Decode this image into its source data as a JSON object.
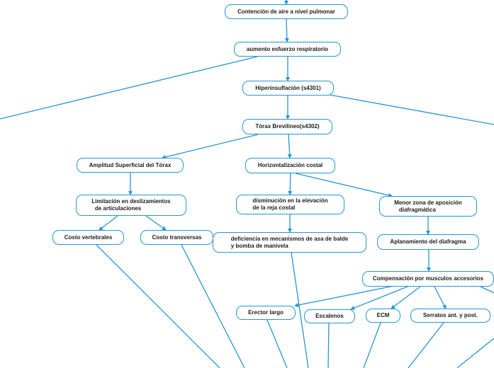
{
  "nodes": {
    "contencion": "Contención de aire a nivel pulmonar",
    "aumento": "aumento esfuerzo respiratorio",
    "hiperinsuflacion": "Hiperinsuflación (s4301)",
    "torax": "Tórax Brevilineo(s4302)",
    "amplitud": "Amplitud Superficial del Tórax",
    "horizontalizacion": "Horizontalización costal",
    "limitacion": "Limitación en deslizamientos\n  de articulaciones",
    "disminucion": "disminución en la elevación\nde la reja costal",
    "menor_zona": "Menor zona de aposición\n   diafragmática",
    "costo_vertebrales": "Costo vertebrales",
    "costo_transversas": "Costo transversas",
    "deficiencia": "deficiencia en mecanismos de asa de balde\ny bomba de manivela",
    "aplanamiento": "Aplanamiento del diafragma",
    "compensacion": "Compensación por musculos accesorios",
    "erector": "Erector largo",
    "escalenos": "Escalenos",
    "ecm": "ECM",
    "serratos": "Serratos ant. y post."
  },
  "colors": {
    "connector": "#2496d4",
    "node_border": "#2496d4",
    "node_text": "#1a1a1a"
  }
}
